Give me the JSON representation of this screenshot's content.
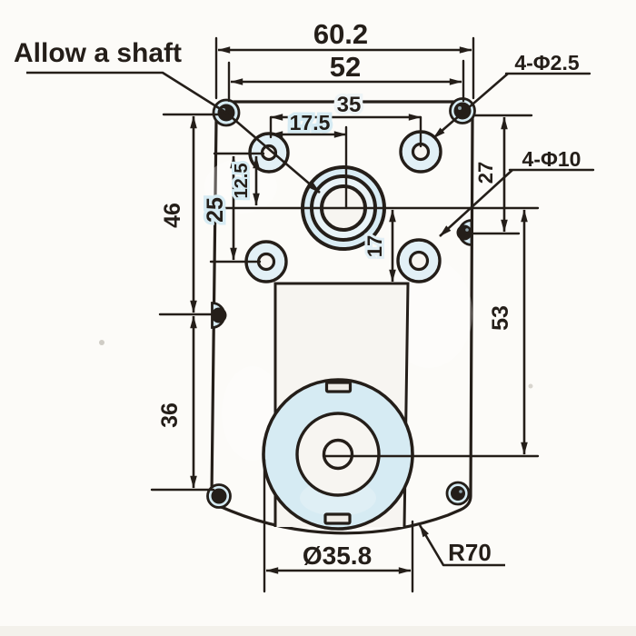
{
  "annotations": {
    "shaft_note": "Allow a shaft",
    "small_holes_label": "4-Φ2.5",
    "large_holes_label": "4-Φ10",
    "boss_diameter_label": "Ø35.8",
    "bottom_radius_label": "R70"
  },
  "dimensions": {
    "overall_width": "60.2",
    "mount_width": "52",
    "upper_hole_span": "35",
    "hole_to_shaft": "17.5",
    "shaft_offset": "12.5",
    "hole_row_spacing": "25",
    "left_upper_height": "46",
    "left_lower_height": "36",
    "shaft_to_gearbox": "17",
    "right_upper_height": "27",
    "right_lower_height": "53"
  },
  "colors": {
    "body_fill": "#d6ebf3",
    "line": "#241e19",
    "paper": "#fcfbf8"
  }
}
